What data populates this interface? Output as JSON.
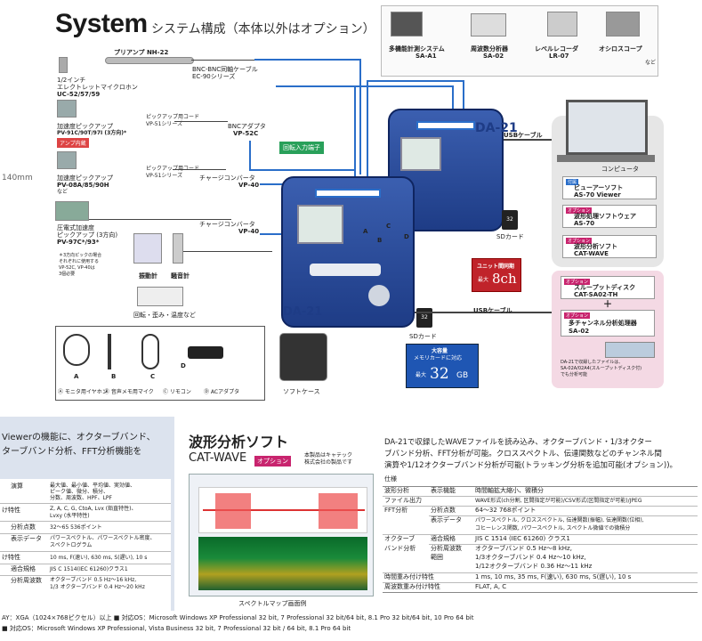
{
  "header": {
    "title": "System",
    "subtitle": "システム構成（本体以外はオプション）"
  },
  "margin_label": "140mm",
  "top_devices": {
    "items": [
      {
        "label": "多機能計測システム",
        "model": "SA-A1"
      },
      {
        "label": "周波数分析器",
        "model": "SA-02"
      },
      {
        "label": "レベルレコーダ",
        "model": "LR-07"
      },
      {
        "label": "オシロスコープ",
        "model": ""
      }
    ],
    "note": "など"
  },
  "left_items": {
    "preamp": "プリアンプ NH-22",
    "mic": [
      "1/2インチ",
      "エレクトレットマイクロホン",
      "UC-52/57/59"
    ],
    "bnc_cable": [
      "BNC-BNC同軸ケーブル",
      "EC-90シリーズ"
    ],
    "pickup1": [
      "加速度ピックアップ",
      "PV-91C/90T/97I (3方向)*"
    ],
    "amp_badge": "アンプ内蔵",
    "pickup_cord1": [
      "ピックアップ用コード",
      "VP-51シリーズ"
    ],
    "bnc_adapter": [
      "BNCアダプタ",
      "VP-52C"
    ],
    "pickup2": [
      "加速度ピックアップ",
      "PV-08A/85/90H",
      "など"
    ],
    "pickup_cord2": [
      "ピックアップ用コード",
      "VP-51シリーズ"
    ],
    "charge1": [
      "チャージコンバータ",
      "VP-40"
    ],
    "pickup3": [
      "圧電式加速度",
      "ピックアップ (3方向)",
      "PV-97C*/93*"
    ],
    "charge2": [
      "チャージコンバータ",
      "VP-40"
    ],
    "note": [
      "＊3方向ピックの場合",
      "それぞれに使用する",
      "VP-52C, VP-40は",
      "3個必要"
    ],
    "vib_meter": "振動計",
    "sound_meter": "騒音計",
    "misc": "回転・歪み・温度など",
    "rotation_terminal": "回転入力端子"
  },
  "center": {
    "device_label": "DA-21",
    "device_label2": "DA-21",
    "ports": [
      "A",
      "B",
      "C",
      "D"
    ],
    "sd_label": "SDカード",
    "sd_label2": "SDカード",
    "sd_capacity": "32",
    "usb1": "USBケーブル",
    "usb2": "USBケーブル",
    "unit_link": {
      "line1": "ユニット間同期",
      "line2": "最大",
      "value": "8ch"
    },
    "memory": {
      "line1": "大容量",
      "line2": "メモリカードに対応",
      "line3": "最大",
      "value": "32",
      "unit": "GB"
    }
  },
  "right": {
    "computer": "コンピュータ",
    "software": [
      {
        "badge": "付属",
        "name": "ビューアーソフト",
        "model": "AS-70 Viewer"
      },
      {
        "badge": "オプション",
        "name": "波形処理ソフトウェア",
        "model": "AS-70"
      },
      {
        "badge": "オプション",
        "name": "波形分析ソフト",
        "model": "CAT-WAVE"
      }
    ],
    "slowput": {
      "badge": "オプション",
      "name": "スループットディスク",
      "model": "CAT-SA02-TH"
    },
    "plus": "＋",
    "multi": {
      "badge": "オプション",
      "name": "多チャンネル分析処理器",
      "model": "SA-02"
    },
    "multi_note": [
      "DA-21で収録したファイルは、",
      "SA-02A/02A4(スループットディスク付)",
      "でも分析可能"
    ]
  },
  "accessories": {
    "items": [
      "Ⓐ モニタ用イヤホン",
      "Ⓑ 音声メモ用マイク",
      "Ⓒ リモコン",
      "Ⓓ ACアダプタ"
    ],
    "labels": [
      "A",
      "B",
      "C",
      "D"
    ],
    "case": "ソフトケース"
  },
  "left_panel": {
    "intro": [
      "Viewerの機能に、オクターブバンド、",
      "ターブバンド分析、FFT分析機能を"
    ],
    "rows": [
      {
        "k": "演算",
        "v": [
          "最大値、最小値、平均値、実効値、",
          "ピーク値、微分、積分、",
          "分数、周波数、HPF、LPF"
        ]
      },
      {
        "k": "け特性",
        "v": [
          "Z, A, C, G, CtoA, Lvx (鉛直特性)、",
          "Lvxy (水平特性)"
        ]
      },
      {
        "k": "分析点数",
        "v": [
          "32～65 536ポイント"
        ]
      },
      {
        "k": "表示データ",
        "v": [
          "パワースペクトル、パワースペクトル密度、",
          "スペクトログラム"
        ]
      },
      {
        "k": "け特性",
        "v": [
          "10 ms, F(速い), 630 ms, S(遅い), 10 s"
        ]
      },
      {
        "k": "適合規格",
        "v": [
          "JIS C 1514(IEC 61260)クラス1"
        ]
      },
      {
        "k": "分析周波数",
        "v": [
          "オクターブバンド  0.5 Hz～16 kHz,",
          "1/3 オクターブバンド 0.4 Hz～20 kHz"
        ]
      }
    ],
    "footer": [
      "AY：XGA（1024×768ピクセル）以上  ■ 対応OS：Microsoft Windows XP Professional 32 bit, 7 Professional 32 bit/64 bit, 8.1 Pro 32 bit/64 bit, 10 Pro 64 bit",
      "■ 対応OS：Microsoft Windows XP Professional, Vista Business 32 bit, 7 Professional 32 bit / 64 bit, 8.1 Pro 64 bit"
    ]
  },
  "catwave": {
    "title": "波形分析ソフト",
    "name": "CAT-WAVE",
    "badge": "オプション",
    "note": [
      "本製品はキャテック",
      "株式会社の製品です"
    ],
    "caption": "スペクトルマップ画面例",
    "desc": [
      "DA-21で収録したWAVEファイルを読み込み、オクターブバンド・1/3オクター",
      "ブバンド分析、FFT分析が可能。クロススペクトル、伝達関数などのチャンネル間",
      "演算や1/12オクターブバンド分析が可能(トラッキング分析を追加可能(オプション))。"
    ],
    "spec_title": "仕様",
    "spec": [
      {
        "a": "波形分析",
        "b": "表示機能",
        "c": "時間軸拡大縮小、微積分"
      },
      {
        "a": "ファイル出力",
        "b": "",
        "c": "WAVE形式(ch分割, 区間指定が可能)/CSV形式(区間指定が可能)/JPEG"
      },
      {
        "a": "FFT分析",
        "b": "分析点数",
        "c": "64～32 768ポイント"
      },
      {
        "a": "",
        "b": "表示データ",
        "c": "パワースペクトル, クロススペクトル, 伝達関数(振幅), 伝達関数(位相),"
      },
      {
        "a": "",
        "b": "",
        "c": "コヒーレンス関数, パワースペクトル, スペクトル微値での微積分"
      },
      {
        "a": "オクターブ",
        "b": "適合規格",
        "c": "JIS C 1514 (IEC 61260) クラス1"
      },
      {
        "a": "バンド分析",
        "b": "分析周波数",
        "c": "オクターブバンド  0.5 Hz～8 kHz,"
      },
      {
        "a": "",
        "b": "範囲",
        "c": "1/3オクターブバンド  0.4 Hz～10 kHz,"
      },
      {
        "a": "",
        "b": "",
        "c": "1/12オクターブバンド  0.36 Hz～11 kHz"
      },
      {
        "a": "時間重み付け特性",
        "b": "",
        "c": "1 ms, 10 ms, 35 ms, F(速い), 630 ms, S(遅い), 10 s"
      },
      {
        "a": "周波数重み付け特性",
        "b": "",
        "c": "FLAT, A, C"
      }
    ]
  }
}
